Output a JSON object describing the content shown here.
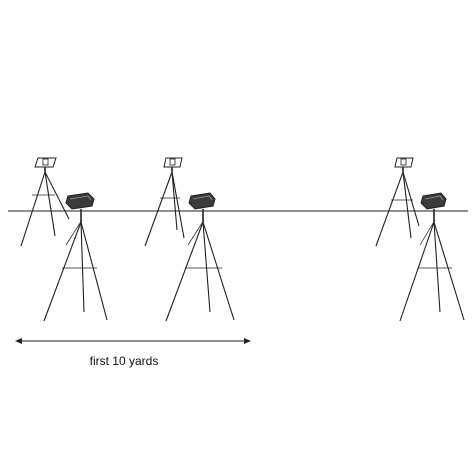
{
  "diagram": {
    "caption": "first 10 yards",
    "colors": {
      "line": "#222222",
      "device_fill": "#3a3a3a",
      "device_top": "#ffffff",
      "background": "#ffffff"
    },
    "tripods": [
      {
        "name": "timing-gate-1-receiver"
      },
      {
        "name": "timing-gate-1-transmitter"
      },
      {
        "name": "timing-gate-2-receiver"
      },
      {
        "name": "timing-gate-2-transmitter"
      },
      {
        "name": "timing-gate-3-receiver"
      },
      {
        "name": "timing-gate-3-transmitter"
      }
    ]
  }
}
